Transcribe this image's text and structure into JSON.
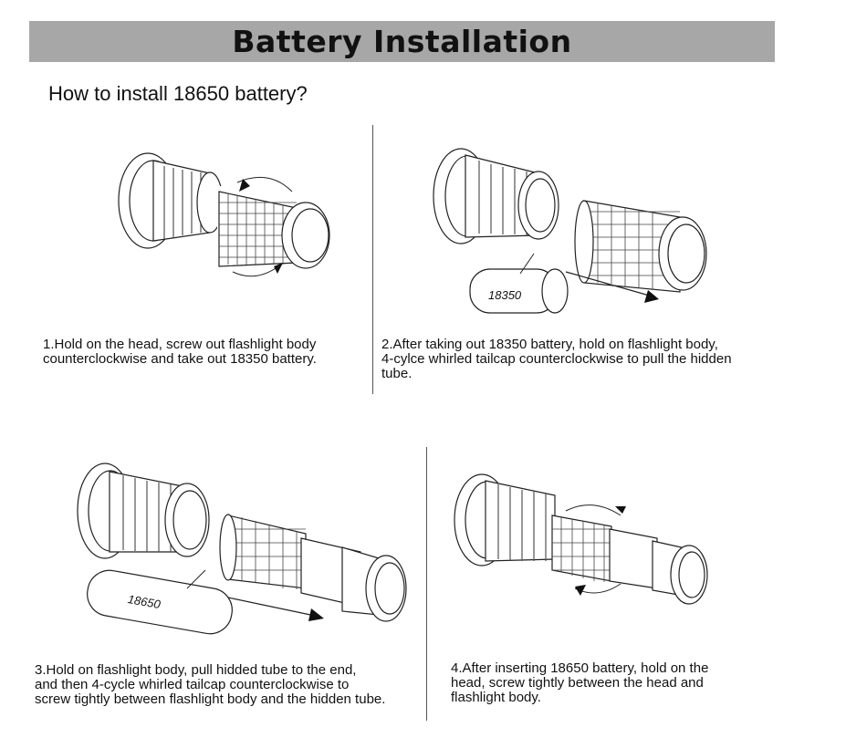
{
  "header": {
    "title": "Battery Installation"
  },
  "subtitle": "How to install 18650 battery?",
  "steps": [
    {
      "lines": [
        "1.Hold on the head, screw out flashlight body",
        " counterclockwise and take out 18350 battery."
      ]
    },
    {
      "lines": [
        "2.After taking out 18350 battery, hold on flashlight body,",
        "4-cylce whirled tailcap counterclockwise to pull the hidden",
        "tube."
      ]
    },
    {
      "lines": [
        "3.Hold on flashlight body, pull hidded tube to the end,",
        "and then 4-cycle whirled tailcap counterclockwise to",
        "screw tightly between flashlight body and the hidden tube."
      ]
    },
    {
      "lines": [
        "4.After inserting 18650 battery, hold on the",
        "head, screw tightly between the head and",
        "flashlight body."
      ]
    }
  ],
  "battery_labels": {
    "small": "18350",
    "large": "18650"
  }
}
